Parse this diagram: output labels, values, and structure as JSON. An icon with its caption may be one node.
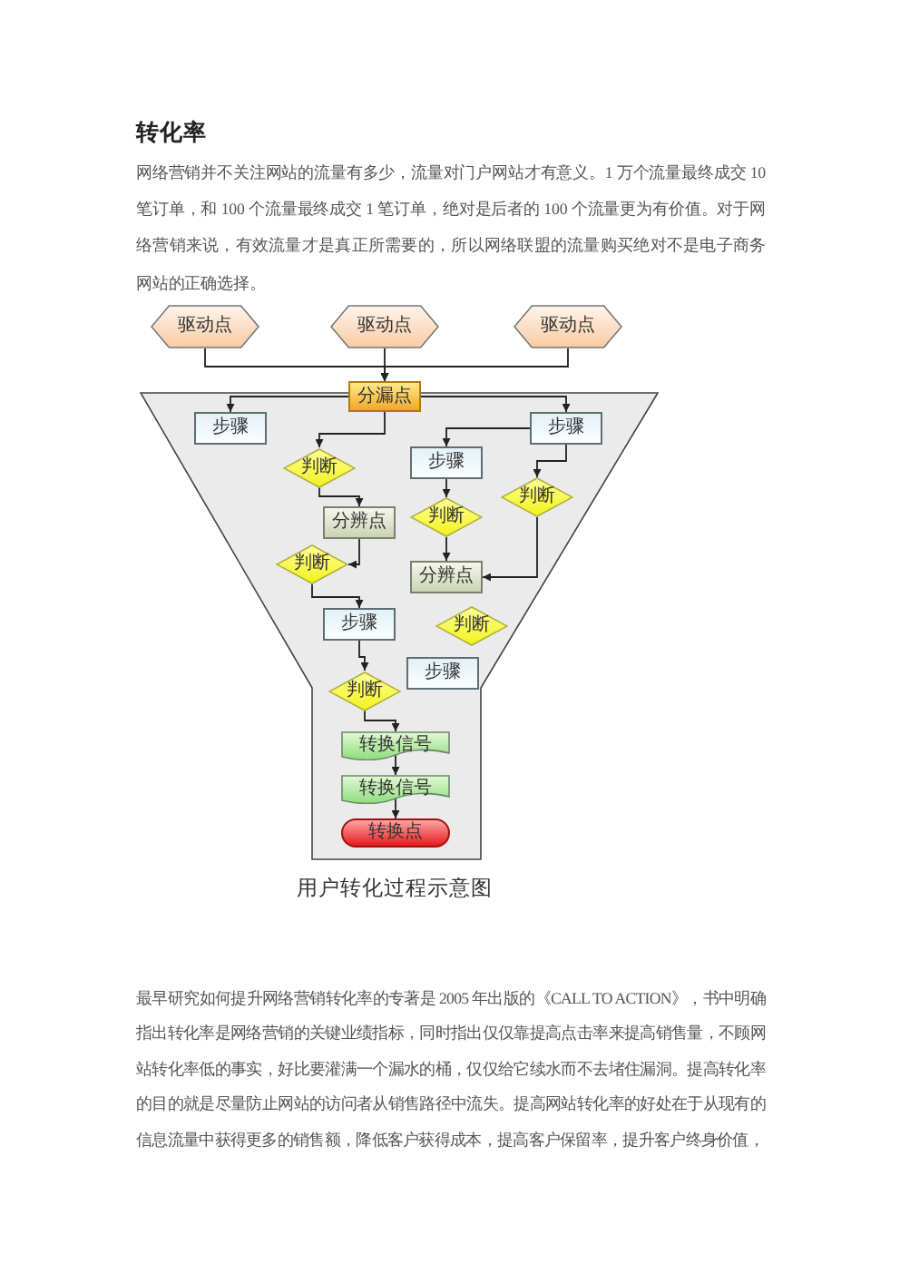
{
  "diagram": {
    "title": "转化率",
    "caption": "用户转化过程示意图",
    "nodes": [
      {
        "text": [
          "驱动点"
        ]
      },
      {
        "text": [
          "驱动点"
        ]
      },
      {
        "text": [
          "驱动点"
        ]
      },
      {
        "text": [
          "分漏点"
        ]
      },
      {
        "text": [],
        "shape": "funnel"
      },
      {
        "text": [
          "步骤"
        ],
        "in": 4
      },
      {
        "text": [
          "步骤"
        ],
        "in": 4
      },
      {
        "text": [
          "判断"
        ],
        "in": 4
      },
      {
        "text": [
          "步骤"
        ],
        "in": 4
      },
      {
        "text": [
          "判断"
        ],
        "in": 4
      },
      {
        "text": [
          "分辨点"
        ],
        "in": 4
      },
      {
        "text": [
          "判断"
        ],
        "in": 4
      },
      {
        "text": [
          "判断"
        ],
        "in": 4
      },
      {
        "text": [
          "分辨点"
        ],
        "in": 4
      },
      {
        "text": [
          "步骤"
        ],
        "in": 4
      },
      {
        "text": [
          "判断"
        ],
        "in": 4
      },
      {
        "text": [
          "步骤"
        ],
        "in": 4
      },
      {
        "text": [
          "判断"
        ],
        "in": 4
      },
      {
        "text": [
          "转换信号"
        ],
        "in": 4
      },
      {
        "text": [
          "转换信号"
        ],
        "in": 4
      },
      {
        "text": [
          "转换点"
        ],
        "in": 4
      }
    ],
    "edges": [
      {
        "from": 0,
        "to": 3,
        "arrow": "to"
      },
      {
        "from": 1,
        "to": 3,
        "arrow": "to"
      },
      {
        "from": 2,
        "to": 3,
        "arrow": "to"
      },
      {
        "from": 3,
        "to": 5,
        "arrow": "to"
      },
      {
        "from": 3,
        "to": 6,
        "arrow": "to"
      },
      {
        "from": 3,
        "to": 7,
        "arrow": "to"
      },
      {
        "from": 6,
        "to": 8,
        "arrow": "to"
      },
      {
        "from": 6,
        "to": 9,
        "arrow": "to"
      },
      {
        "from": 7,
        "to": 10,
        "arrow": "to"
      },
      {
        "from": 8,
        "to": 11,
        "arrow": "to"
      },
      {
        "from": 9,
        "to": 13,
        "arrow": "to"
      },
      {
        "from": 11,
        "to": 13,
        "arrow": "to"
      },
      {
        "from": 10,
        "to": 12,
        "arrow": "to"
      },
      {
        "from": 12,
        "to": 14,
        "arrow": "to"
      },
      {
        "from": 14,
        "to": 17,
        "arrow": "to"
      },
      {
        "from": 17,
        "to": 18,
        "arrow": "to"
      },
      {
        "from": 18,
        "to": 19,
        "arrow": "to"
      },
      {
        "from": 19,
        "to": 20,
        "arrow": "to"
      }
    ],
    "labels": [
      "网络营销并不关注网站的流量有多少，流量对门户网站才有意义。1 万个流量最终成交 10 笔订单，和 100 个流量最终成交 1 笔订单，绝对是后者的 100 个流量更为有价值。对于网络营销来说，有效流量才是真正所需要的，所以网络联盟的流量购买绝对不是电子商务网站的正确选择。",
      "最早研究如何提升网络营销转化率的专著是 2005 年出版的《CALL TO ACTION》，书中明确指出转化率是网络营销的关键业绩指标，同时指出仅仅靠提高点击率来提高销售量，不顾网站转化率低的事实，好比要灌满一个漏水的桶，仅仅给它续水而不去堵住漏洞。提高转化率的目的就是尽量防止网站的访问者从销售路径中流失。提高网站转化率的好处在于从现有的信息流量中获得更多的销售额，降低客户获得成本，提高客户保留率，提升客户终身价值，"
    ]
  }
}
